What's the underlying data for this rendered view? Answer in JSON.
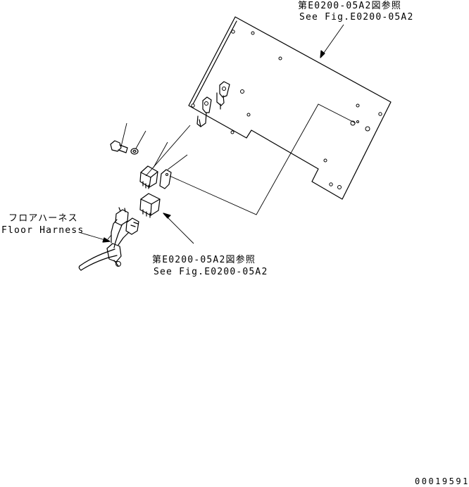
{
  "callouts": {
    "top_ref_jp": "第E0200-05A2図参照",
    "top_ref_en": "See Fig.E0200-05A2",
    "floor_harness_jp": "フロアハーネス",
    "floor_harness_en": "Floor Harness",
    "lower_ref_jp": "第E0200-05A2図参照",
    "lower_ref_en": "See Fig.E0200-05A2"
  },
  "drawing_number": "00019591"
}
